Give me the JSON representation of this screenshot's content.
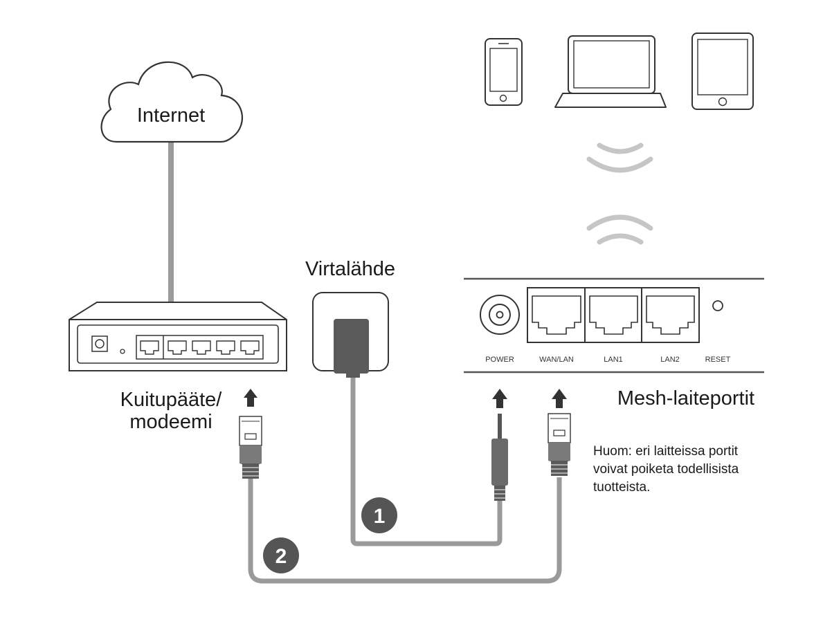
{
  "labels": {
    "internet": "Internet",
    "power_supply": "Virtalähde",
    "modem_line1": "Kuitupääte/",
    "modem_line2": "modeemi",
    "mesh_ports": "Mesh-laiteportit"
  },
  "ports": {
    "power": "POWER",
    "wan_lan": "WAN/LAN",
    "lan1": "LAN1",
    "lan2": "LAN2",
    "reset": "RESET"
  },
  "note": {
    "line1": "Huom: eri laitteissa portit",
    "line2": "voivat poiketa todellisista",
    "line3": "tuotteista."
  },
  "steps": {
    "one": "1",
    "two": "2"
  },
  "colors": {
    "line": "#333333",
    "cable": "#9a9a9a",
    "dark": "#5a5a5a",
    "step_badge": "#555555"
  }
}
